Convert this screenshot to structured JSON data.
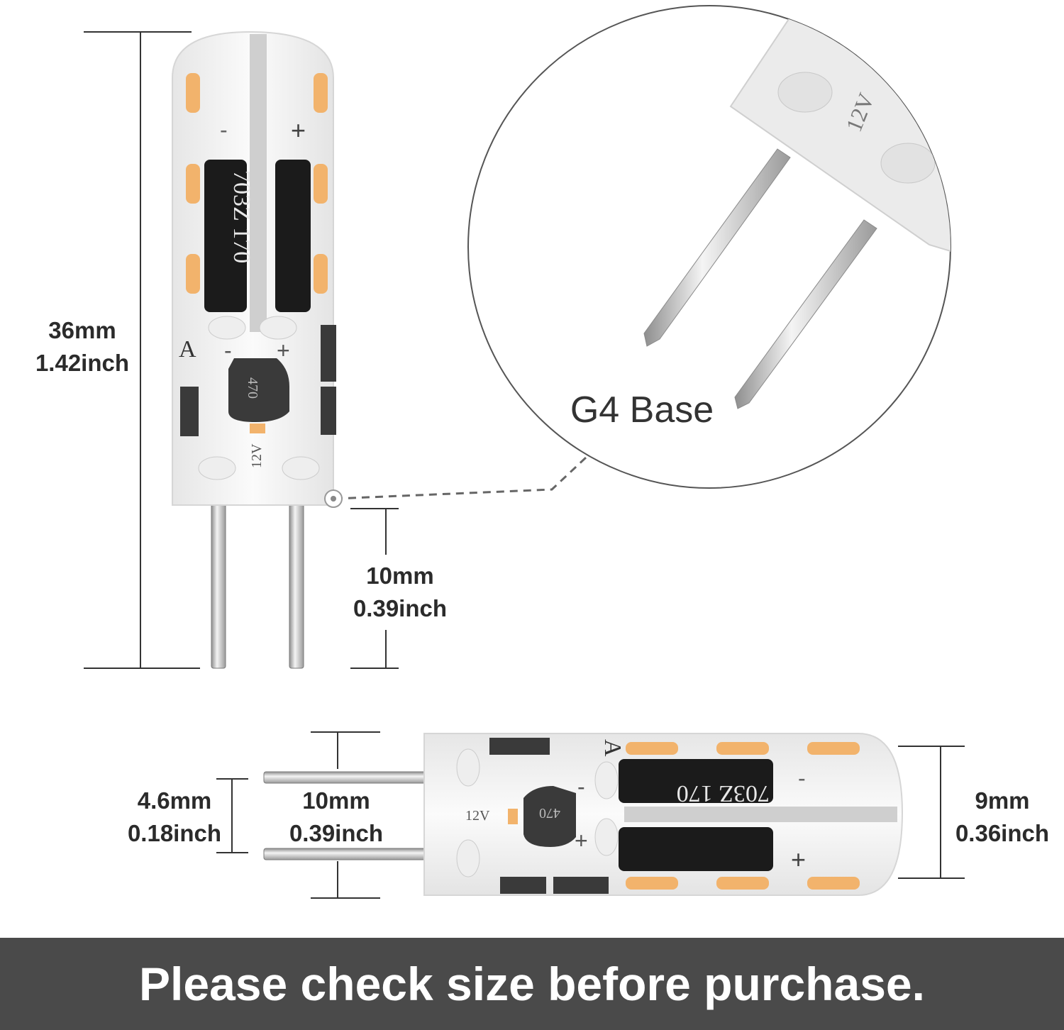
{
  "zoom": {
    "caption": "G4 Base",
    "voltage_mark": "12V"
  },
  "bulb_marks": {
    "plus": "+",
    "minus": "-",
    "letter": "A",
    "voltage": "12V",
    "chip_code": "703Z 170",
    "inductor_code": "470"
  },
  "dimensions": {
    "total_length": {
      "mm": "36mm",
      "inch": "1.42inch"
    },
    "pin_length_vertical": {
      "mm": "10mm",
      "inch": "0.39inch"
    },
    "pin_spacing": {
      "mm": "4.6mm",
      "inch": "0.18inch"
    },
    "pin_length_horizontal": {
      "mm": "10mm",
      "inch": "0.39inch"
    },
    "bulb_diameter": {
      "mm": "9mm",
      "inch": "0.36inch"
    }
  },
  "footer": {
    "text": "Please check size before purchase."
  },
  "colors": {
    "led": "#f2b36c",
    "footer_bg": "#4a4a4a",
    "dimension_line": "#333333"
  }
}
